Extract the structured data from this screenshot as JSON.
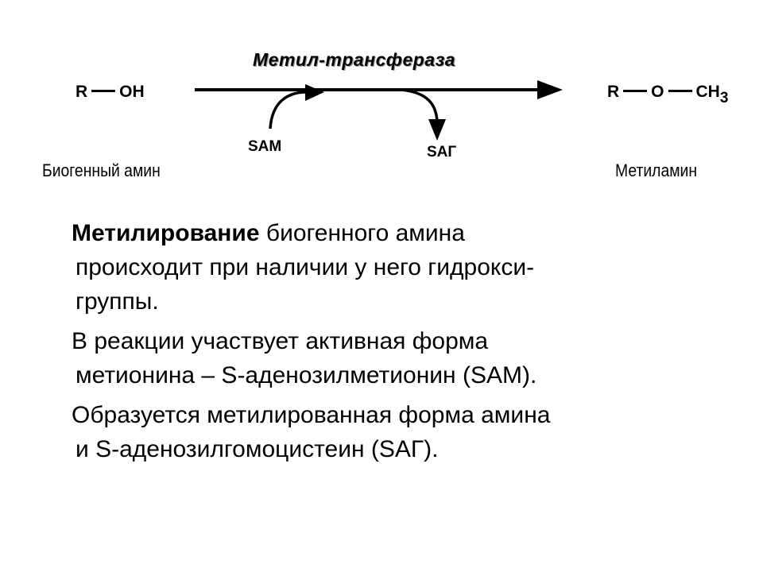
{
  "scheme": {
    "enzyme": "Метил-трансфераза",
    "substrate_formula": {
      "r": "R",
      "group": "OH"
    },
    "product_formula": {
      "r": "R",
      "o": "O",
      "ch": "CH",
      "sub": "3"
    },
    "cofactor_in": "SAM",
    "cofactor_out": "SAГ",
    "substrate_name": "Биогенный амин",
    "product_name": "Метиламин"
  },
  "text": {
    "p1": {
      "bold": "Метилирование",
      "line1_rest": " биогенного амина",
      "line2": "происходит при наличии у него гидрокси-",
      "line3": "группы."
    },
    "p2": {
      "line1": "В реакции участвует активная форма",
      "line2": "метионина – S-аденозилметионин (SAM)."
    },
    "p3": {
      "line1": "Образуется метилированная форма амина",
      "line2": "и S-аденозилгомоцистеин (SAГ)."
    }
  }
}
